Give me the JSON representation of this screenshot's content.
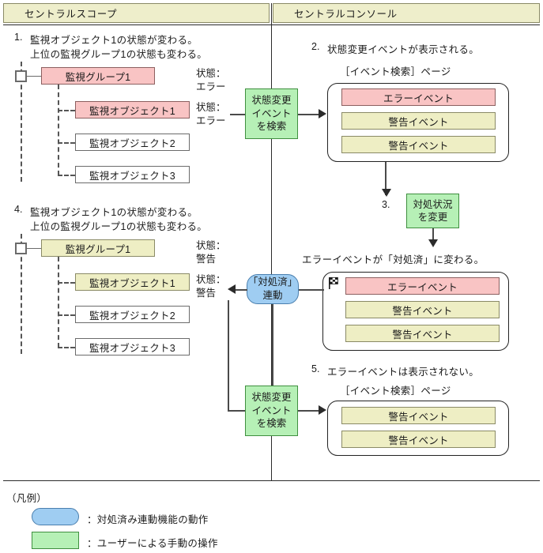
{
  "headers": {
    "left": "セントラルスコープ",
    "right": "セントラルコンソール"
  },
  "steps": {
    "s1_num": "1.",
    "s1_line1": "監視オブジェクト1の状態が変わる。",
    "s1_line2": "上位の監視グループ1の状態も変わる。",
    "s2_num": "2.",
    "s2_text": "状態変更イベントが表示される。",
    "s2_page": "［イベント検索］ページ",
    "s3_num": "3.",
    "s3_result": "エラーイベントが「対処済」に変わる。",
    "s4_num": "4.",
    "s4_line1": "監視オブジェクト1の状態が変わる。",
    "s4_line2": "上位の監視グループ1の状態も変わる。",
    "s5_num": "5.",
    "s5_text": "エラーイベントは表示されない。",
    "s5_page": "［イベント検索］ページ"
  },
  "tree_top": {
    "group": "監視グループ1",
    "objects": [
      "監視オブジェクト1",
      "監視オブジェクト2",
      "監視オブジェクト3"
    ],
    "group_color": "#f9c4c4",
    "object1_color": "#f9c4c4"
  },
  "tree_bottom": {
    "group": "監視グループ1",
    "objects": [
      "監視オブジェクト1",
      "監視オブジェクト2",
      "監視オブジェクト3"
    ],
    "group_color": "#eeeec4",
    "object1_color": "#eeeec4"
  },
  "status_labels": {
    "top_group": "状態：\nエラー",
    "top_group_l1": "状態：",
    "top_group_l2": "エラー",
    "top_obj_l1": "状態：",
    "top_obj_l2": "エラー",
    "bot_group_l1": "状態：",
    "bot_group_l2": "警告",
    "bot_obj_l1": "状態：",
    "bot_obj_l2": "警告"
  },
  "actions": {
    "search_event_l1": "状態変更",
    "search_event_l2": "イベント",
    "search_event_l3": "を検索",
    "change_status_l1": "対処状況",
    "change_status_l2": "を変更",
    "linkage_l1": "「対処済」",
    "linkage_l2": "連動"
  },
  "events": {
    "error": "エラーイベント",
    "warning": "警告イベント",
    "panel1": [
      "エラーイベント",
      "警告イベント",
      "警告イベント"
    ],
    "panel2": [
      "エラーイベント",
      "警告イベント",
      "警告イベント"
    ],
    "panel3": [
      "警告イベント",
      "警告イベント"
    ]
  },
  "legend": {
    "title": "（凡例）",
    "item1": "：対処済み連動機能の動作",
    "item2": "：ユーザーによる手動の操作",
    "color1": "#9fcdf2",
    "color2": "#b6f0b6"
  },
  "icons": {
    "flag": "checkered-flag-icon"
  }
}
